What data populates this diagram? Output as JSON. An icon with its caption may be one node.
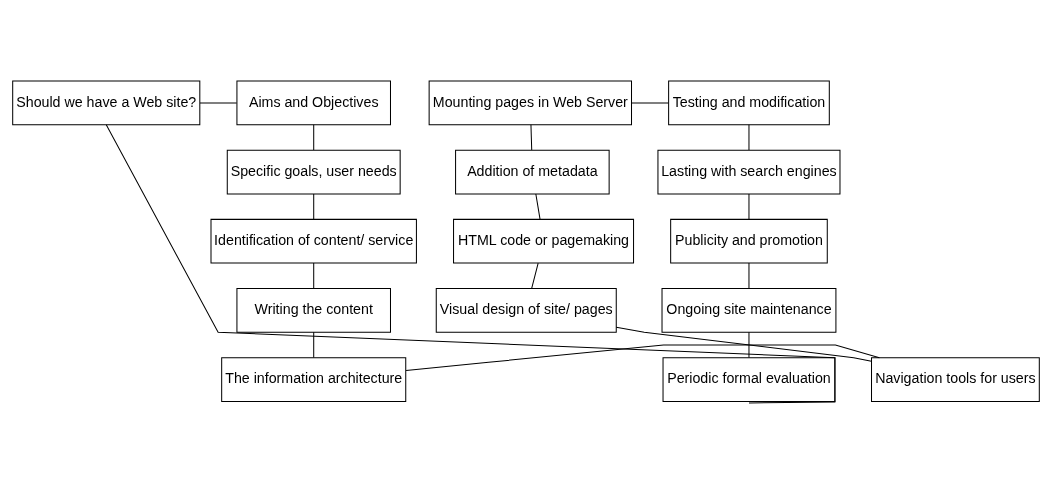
{
  "diagram": {
    "nodes": [
      {
        "text": [
          "Should we have a Web site?"
        ]
      },
      {
        "text": [
          "Aims and Objectives"
        ]
      },
      {
        "text": [
          "Specific goals, user needs"
        ]
      },
      {
        "text": [
          "Identification of content/ service"
        ]
      },
      {
        "text": [
          "Writing the content"
        ]
      },
      {
        "text": [
          "The information architecture"
        ]
      },
      {
        "text": [
          "Navigation tools for users"
        ]
      },
      {
        "text": [
          "Visual design of site/ pages"
        ]
      },
      {
        "text": [
          "HTML code or pagemaking"
        ]
      },
      {
        "text": [
          "Addition of metadata"
        ]
      },
      {
        "text": [
          "Mounting pages in Web Server"
        ]
      },
      {
        "text": [
          "Testing and modification"
        ]
      },
      {
        "text": [
          "Lasting with search engines"
        ]
      },
      {
        "text": [
          "Publicity and promotion"
        ]
      },
      {
        "text": [
          "Ongoing site maintenance"
        ]
      },
      {
        "text": [
          "Periodic formal evaluation"
        ]
      }
    ],
    "edges": [
      {
        "from": 0,
        "to": 1,
        "arrow": "none"
      },
      {
        "from": 1,
        "to": 2,
        "arrow": "none"
      },
      {
        "from": 2,
        "to": 3,
        "arrow": "none"
      },
      {
        "from": 3,
        "to": 4,
        "arrow": "none"
      },
      {
        "from": 4,
        "to": 5,
        "arrow": "none"
      },
      {
        "from": 5,
        "to": 6,
        "arrow": "none"
      },
      {
        "from": 6,
        "to": 7,
        "arrow": "none"
      },
      {
        "from": 7,
        "to": 8,
        "arrow": "none"
      },
      {
        "from": 8,
        "to": 9,
        "arrow": "none"
      },
      {
        "from": 9,
        "to": 10,
        "arrow": "none"
      },
      {
        "from": 10,
        "to": 11,
        "arrow": "none"
      },
      {
        "from": 11,
        "to": 12,
        "arrow": "none"
      },
      {
        "from": 12,
        "to": 13,
        "arrow": "none"
      },
      {
        "from": 13,
        "to": 14,
        "arrow": "none"
      },
      {
        "from": 14,
        "to": 15,
        "arrow": "none"
      },
      {
        "from": 0,
        "to": 15,
        "arrow": "none"
      }
    ]
  }
}
